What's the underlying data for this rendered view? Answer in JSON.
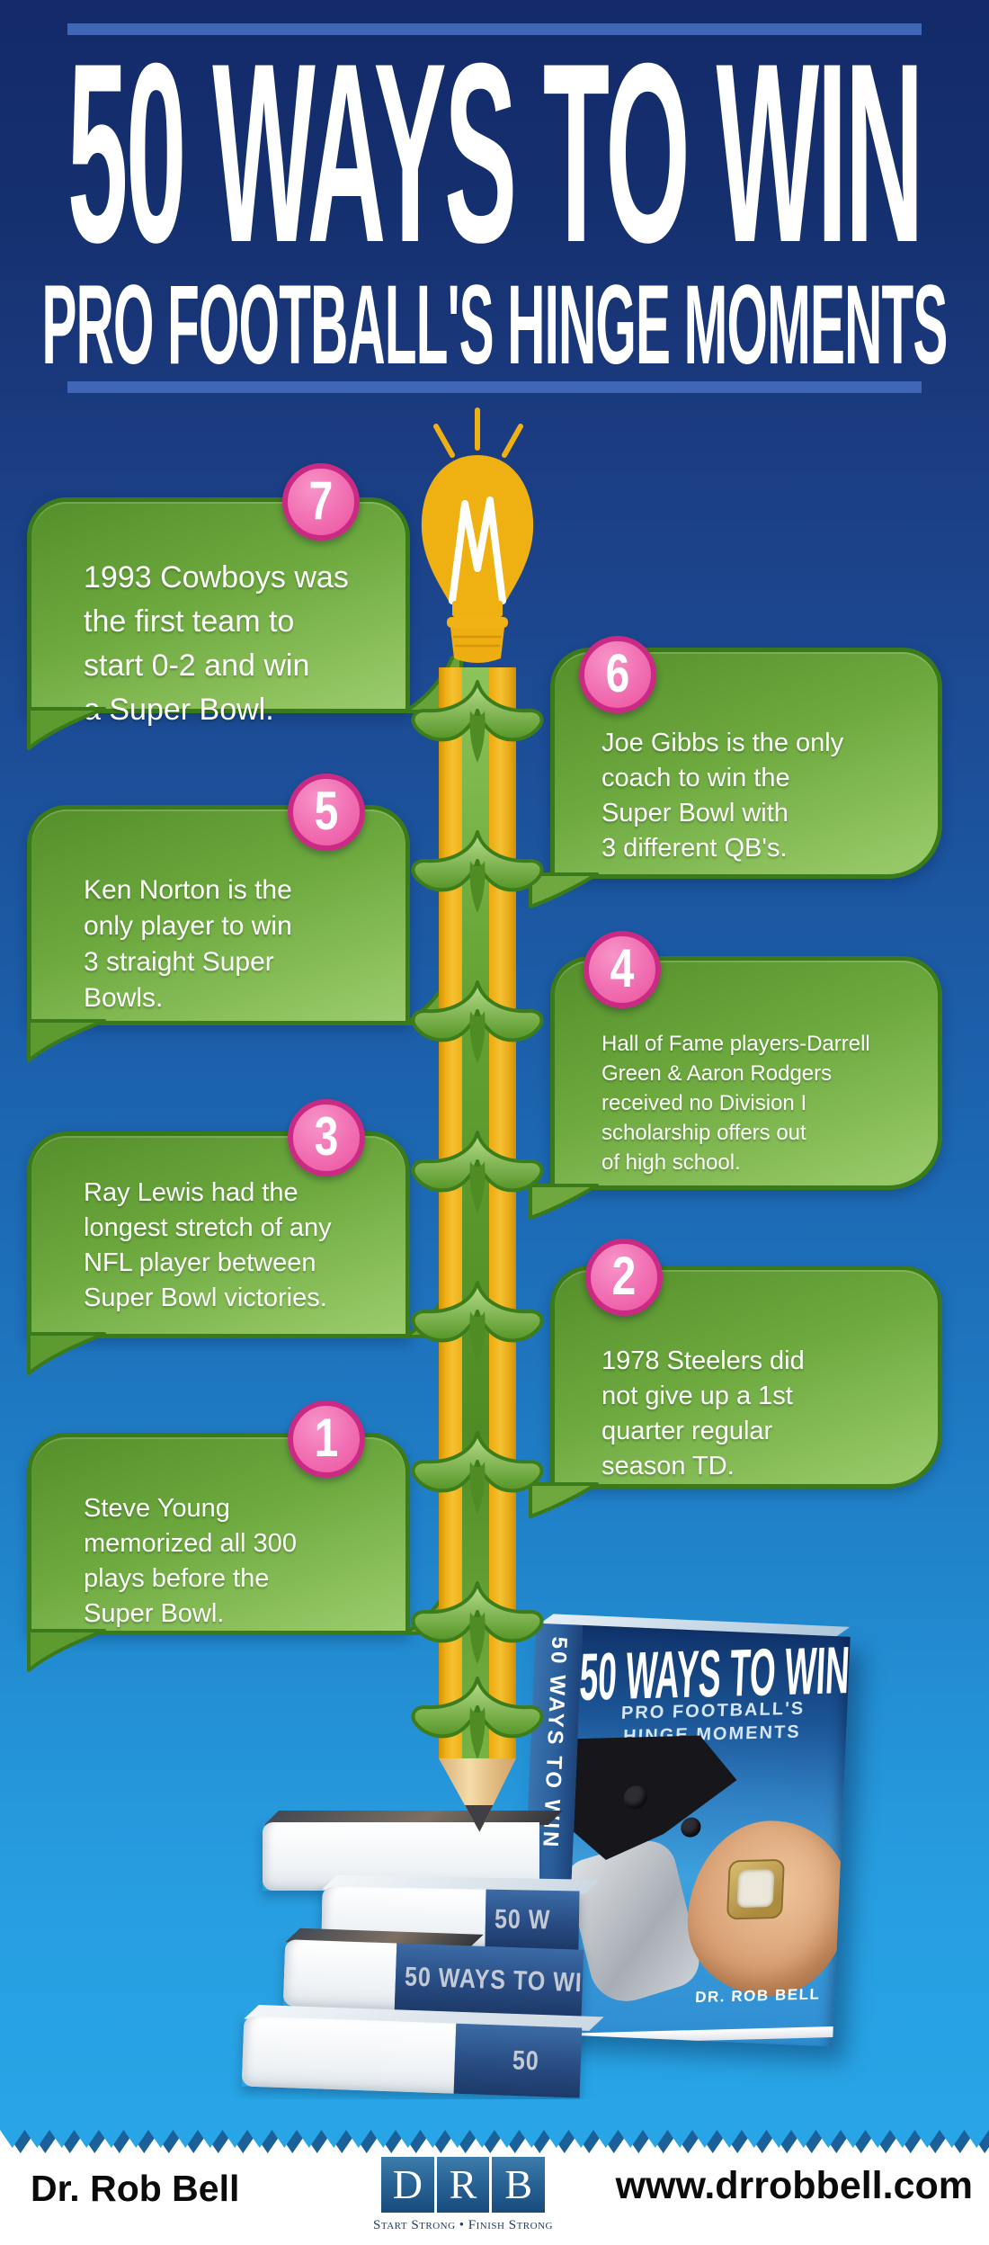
{
  "header": {
    "title": "50 WAYS TO WIN",
    "subtitle": "PRO FOOTBALL'S HINGE MOMENTS"
  },
  "facts": [
    {
      "number": "7",
      "text": "1993 Cowboys was\nthe first team to\nstart 0-2 and win\na Super Bowl."
    },
    {
      "number": "6",
      "text": "Joe Gibbs is the only\ncoach to win the\nSuper Bowl with\n3 different QB's."
    },
    {
      "number": "5",
      "text": "Ken Norton is the\nonly player to win\n3 straight Super\nBowls."
    },
    {
      "number": "4",
      "text": "Hall of Fame players-Darrell\nGreen & Aaron Rodgers\nreceived no Division I\nscholarship offers out\nof high school."
    },
    {
      "number": "3",
      "text": "Ray Lewis had the\nlongest stretch of any\nNFL player between\nSuper Bowl victories."
    },
    {
      "number": "2",
      "text": "1978 Steelers did\nnot give up a 1st\nquarter regular\nseason TD."
    },
    {
      "number": "1",
      "text": "Steve Young\nmemorized all 300\nplays before the\nSuper Bowl."
    }
  ],
  "book": {
    "title": "50 WAYS TO WIN",
    "subtitle_line1": "PRO FOOTBALL'S",
    "subtitle_line2": "HINGE MOMENTS",
    "author": "DR. ROB BELL",
    "spine_title": "50 WAYS TO WIN",
    "spine_author": "DR. ROB BELL",
    "stack_labels": [
      "50 W",
      "50 WAYS TO WI",
      "50"
    ]
  },
  "footer": {
    "author": "Dr. Rob Bell",
    "website": "www.drrobbell.com",
    "logo_letters": [
      "D",
      "R",
      "B"
    ],
    "tagline": "Start Strong • Finish Strong"
  },
  "colors": {
    "header_navy": "#142a6a",
    "background_sky": "#27a5e6",
    "header_rule_blue": "#4066b6",
    "callout_green": "#6ca83e",
    "callout_border_green": "#3b7a1a",
    "number_pink_fill": "#f171b4",
    "number_pink_ring": "#cb2a84",
    "pencil_yellow": "#eead12",
    "leaf_green": "#569527",
    "zigzag_shadow_blue": "#1b6099",
    "logo_blue": "#2a6496",
    "book_cover_blue": "#1c5697"
  }
}
